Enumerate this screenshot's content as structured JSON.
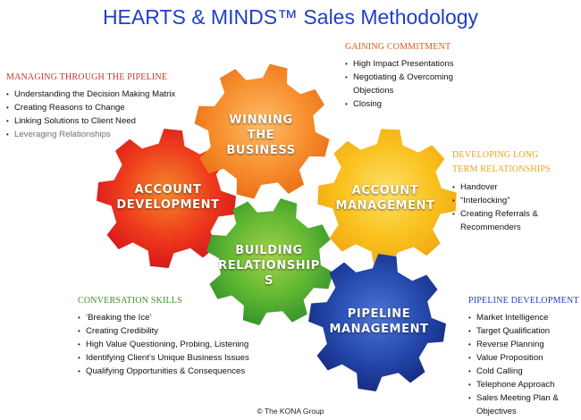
{
  "title": "HEARTS & MINDS™ Sales Methodology",
  "colors": {
    "title": "#1f3fc6",
    "pipeline_head": "#c0392b",
    "commitment_head": "#e3571f",
    "long_term_head": "#e8a21b",
    "conversation_head": "#3b8f2a",
    "pipeline_dev_head": "#1f3fc6",
    "gear_red": "#e8141a",
    "gear_orange": "#f57f1e",
    "gear_yellow": "#f7c81b",
    "gear_green": "#5cb531",
    "gear_blue": "#2146a8"
  },
  "gears": {
    "winning": [
      "WINNING",
      "THE",
      "BUSINESS"
    ],
    "account_development": [
      "ACCOUNT",
      "DEVELOPMENT"
    ],
    "account_management": [
      "ACCOUNT",
      "MANAGEMENT"
    ],
    "building_relationships": [
      "BUILDING",
      "RELATIONSHIP",
      "S"
    ],
    "pipeline_management": [
      "PIPELINE",
      "MANAGEMENT"
    ]
  },
  "panels": {
    "pipeline": {
      "heading": "MANAGING THROUGH THE PIPELINE",
      "items": [
        "Understanding the Decision Making Matrix",
        "Creating Reasons to Change",
        "Linking Solutions to Client Need",
        "Leveraging Relationships"
      ]
    },
    "commitment": {
      "heading": "GAINING COMMITMENT",
      "items": [
        "High Impact Presentations",
        "Negotiating & Overcoming Objections",
        "Closing"
      ]
    },
    "long_term": {
      "heading_lines": [
        "DEVELOPING LONG",
        "TERM RELATIONSHIPS"
      ],
      "items": [
        "Handover",
        "“Interlocking”",
        "Creating Referrals & Recommenders"
      ]
    },
    "conversation": {
      "heading": "CONVERSATION SKILLS",
      "items": [
        "‘Breaking the Ice’",
        "Creating Credibility",
        "High Value Questioning, Probing, Listening",
        "Identifying Client’s Unique Business Issues",
        "Qualifying Opportunities & Consequences"
      ]
    },
    "pipeline_dev": {
      "heading": "PIPELINE DEVELOPMENT",
      "items": [
        "Market Intelligence",
        "Target Qualification",
        "Reverse Planning",
        "Value Proposition",
        "Cold Calling",
        "Telephone Approach",
        "Sales Meeting Plan & Objectives"
      ]
    }
  },
  "copyright": "© The KONA Group"
}
